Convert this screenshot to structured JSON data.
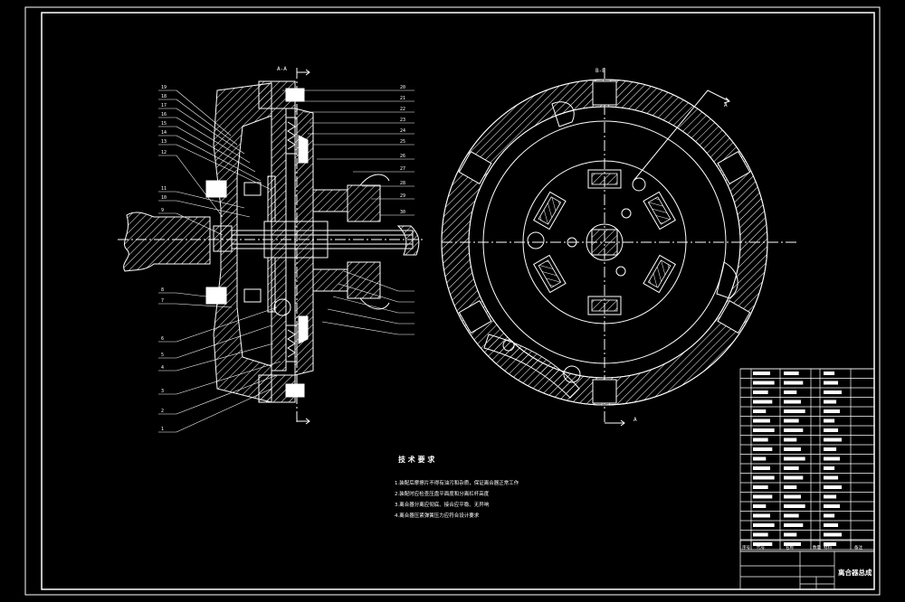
{
  "drawing": {
    "section_a": "A-A",
    "section_b": "B-B",
    "section_mark_left": "A",
    "section_mark_right": "A"
  },
  "left_callouts": [
    "19",
    "18",
    "17",
    "16",
    "15",
    "14",
    "13",
    "12",
    "11",
    "10",
    "9",
    "8",
    "7",
    "6",
    "5",
    "4",
    "3",
    "2",
    "1"
  ],
  "top_callouts": [
    "20",
    "21",
    "22",
    "23",
    "24",
    "25",
    "26",
    "27",
    "28",
    "29",
    "30"
  ],
  "technical_requirements": {
    "title": "技 术 要 求",
    "items": [
      "1.装配后摩擦片不得有油污和杂质，保证离合器正常工作",
      "2.装配时应检查压盘平面度和分离杠杆高度",
      "3.离合器分离应彻底、接合应平稳、无异响",
      "4.离合器压紧弹簧压力应符合设计要求"
    ]
  },
  "title_block": {
    "drawing_title": "离合器总成",
    "table_header": [
      "序号",
      "代号",
      "名称",
      "数量",
      "材料",
      "备注"
    ]
  },
  "colors": {
    "background": "#000000",
    "frame": "#ffffff",
    "section_fill": "#ffffff"
  }
}
